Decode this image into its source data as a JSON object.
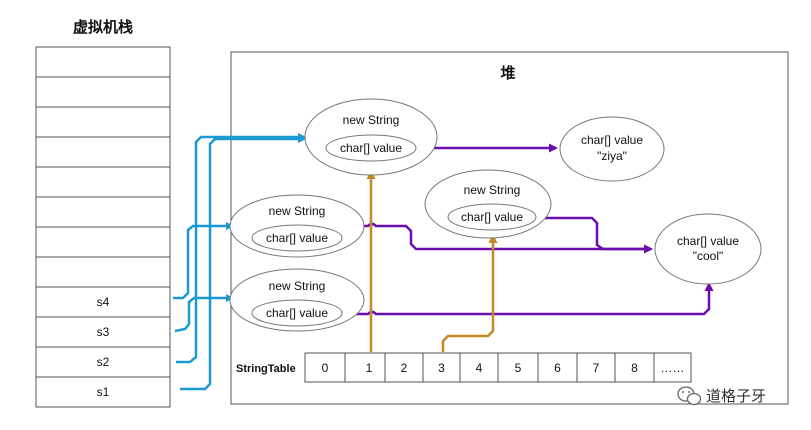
{
  "stack": {
    "title": "虚拟机栈",
    "slots": [
      "",
      "",
      "",
      "",
      "",
      "",
      "",
      "",
      "s4",
      "s3",
      "s2",
      "s1"
    ]
  },
  "heap": {
    "title": "堆",
    "obj_a": {
      "title": "new String",
      "field": "char[] value"
    },
    "obj_b": {
      "title": "new String",
      "field": "char[] value"
    },
    "obj_c": {
      "title": "new String",
      "field": "char[] value"
    },
    "obj_d": {
      "title": "new String",
      "field": "char[] value"
    },
    "arr_ziya": {
      "line1": "char[] value",
      "line2": "\"ziya\""
    },
    "arr_cool": {
      "line1": "char[] value",
      "line2": "\"cool\""
    }
  },
  "string_table": {
    "label": "StringTable",
    "cells": [
      "0",
      "1",
      "2",
      "3",
      "4",
      "5",
      "6",
      "7",
      "8",
      "……"
    ]
  },
  "watermark": {
    "text": "道格子牙"
  },
  "colors": {
    "stack_arrow": "#1a9ad0",
    "ref_arrow": "#6a0dad",
    "table_arrow": "#c8862a",
    "border": "#555555"
  },
  "icons": [
    "wechat-icon"
  ]
}
